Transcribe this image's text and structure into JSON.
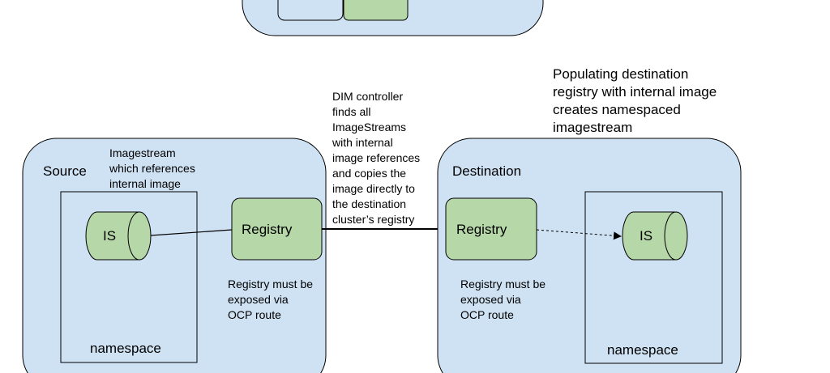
{
  "colors": {
    "cluster_fill": "#cfe2f3",
    "component_fill": "#b6d7a8",
    "stroke": "#000000"
  },
  "source": {
    "title": "Source",
    "namespace_label": "namespace",
    "is_label": "IS",
    "registry_label": "Registry",
    "imagestream_note": [
      "Imagestream",
      "which references",
      "internal image"
    ],
    "registry_note": [
      "Registry must be",
      "exposed via",
      "OCP route"
    ]
  },
  "destination": {
    "title": "Destination",
    "namespace_label": "namespace",
    "is_label": "IS",
    "registry_label": "Registry",
    "registry_note": [
      "Registry must be",
      "exposed via",
      "OCP route"
    ]
  },
  "transfer_note": [
    "DIM controller",
    "finds all",
    "ImageStreams",
    "with internal",
    "image references",
    "and copies the",
    "image directly to",
    "the destination",
    "cluster’s registry"
  ],
  "populating_note": [
    "Populating destination",
    "registry with internal image",
    "creates namespaced",
    "imagestream"
  ]
}
